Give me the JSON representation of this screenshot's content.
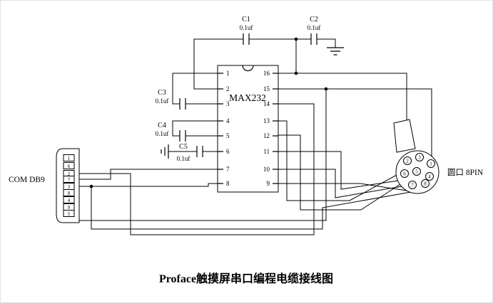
{
  "title": "Proface触摸屏串口编程电缆接线图",
  "colors": {
    "line": "#000000",
    "background": "#ffffff"
  },
  "ic": {
    "label": "MAX232",
    "left_pins": [
      "1",
      "2",
      "3",
      "4",
      "5",
      "6",
      "7",
      "8"
    ],
    "right_pins": [
      "16",
      "15",
      "14",
      "13",
      "12",
      "11",
      "10",
      "9"
    ]
  },
  "capacitors": [
    {
      "name": "C1",
      "value": "0.1uf"
    },
    {
      "name": "C2",
      "value": "0.1uf"
    },
    {
      "name": "C3",
      "value": "0.1uf"
    },
    {
      "name": "C4",
      "value": "0.1uf"
    },
    {
      "name": "C5",
      "value": "0.1uf"
    }
  ],
  "db9": {
    "label": "COM DB9",
    "pins": [
      "1",
      "6",
      "2",
      "7",
      "3",
      "8",
      "4",
      "9",
      "5"
    ]
  },
  "round_connector": {
    "label": "圆口 8PIN",
    "pins": [
      "2",
      "3",
      "1",
      "6",
      "5",
      "4",
      "7",
      "8"
    ]
  }
}
